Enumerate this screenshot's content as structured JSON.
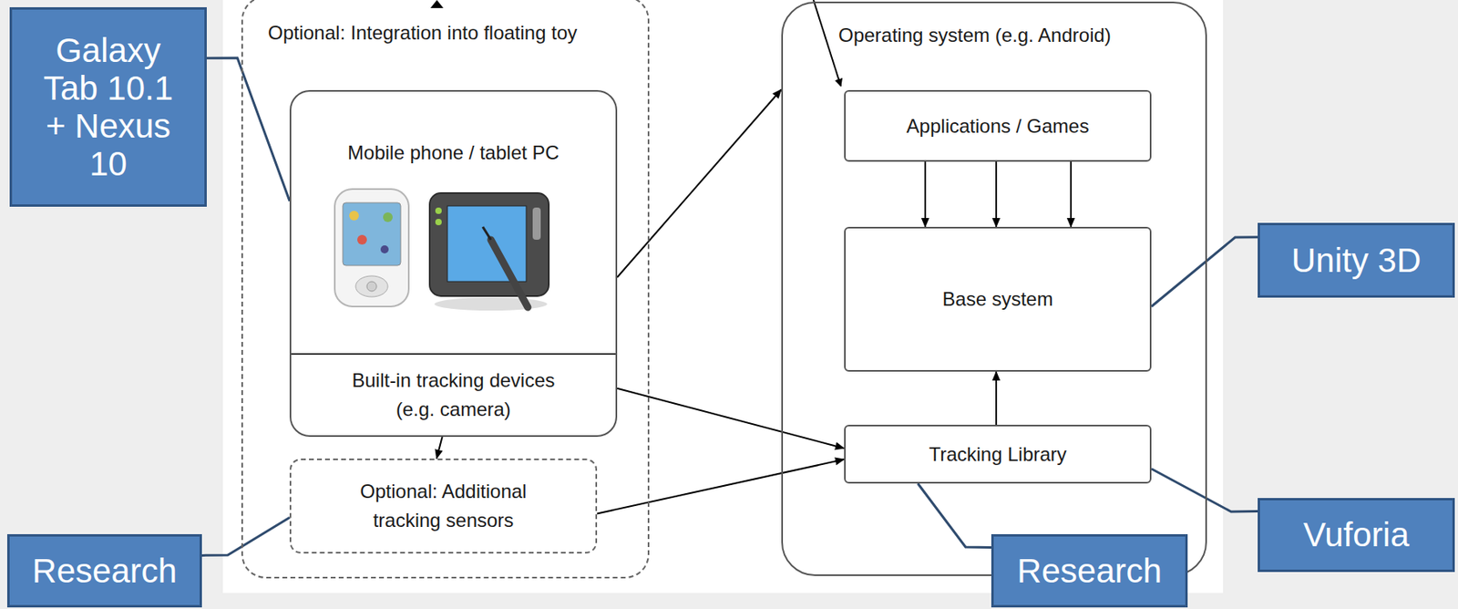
{
  "diagram": {
    "nodes": [
      {
        "text": [
          "Optional: Integration into floating toy"
        ]
      },
      {
        "text": [
          "Mobile phone / tablet PC",
          "Built-in tracking devices (e.g. camera)"
        ],
        "in": 0
      },
      {
        "text": [
          "Optional: Additional tracking sensors"
        ],
        "in": 0
      },
      {
        "text": [
          "Operating system (e.g. Android)"
        ]
      },
      {
        "text": [
          "Applications / Games"
        ],
        "in": 3
      },
      {
        "text": [
          "Base system"
        ],
        "in": 3
      },
      {
        "text": [
          "Tracking Library"
        ],
        "in": 3
      },
      {
        "text": [
          "Galaxy Tab 10.1 + Nexus 10"
        ]
      },
      {
        "text": [
          "Research"
        ]
      },
      {
        "text": [
          "Unity 3D"
        ]
      },
      {
        "text": [
          "Vuforia"
        ]
      },
      {
        "text": [
          "Research"
        ]
      }
    ],
    "edges": [
      {
        "from": 1,
        "to": 3,
        "arrow": "to"
      },
      {
        "from": 1,
        "to": 6,
        "arrow": "to"
      },
      {
        "from": 2,
        "to": 6,
        "arrow": "to"
      },
      {
        "from": 1,
        "to": 2,
        "arrow": "to"
      },
      {
        "from": 4,
        "to": 5,
        "arrow": "to"
      },
      {
        "from": 4,
        "to": 5,
        "arrow": "to"
      },
      {
        "from": 4,
        "to": 5,
        "arrow": "to"
      },
      {
        "from": 6,
        "to": 5,
        "arrow": "to"
      },
      {
        "from": 7,
        "to": 1,
        "arrow": "none"
      },
      {
        "from": 8,
        "to": 2,
        "arrow": "none"
      },
      {
        "from": 9,
        "to": 5,
        "arrow": "none"
      },
      {
        "from": 10,
        "to": 6,
        "arrow": "none"
      },
      {
        "from": 11,
        "to": 6,
        "arrow": "none"
      }
    ]
  }
}
